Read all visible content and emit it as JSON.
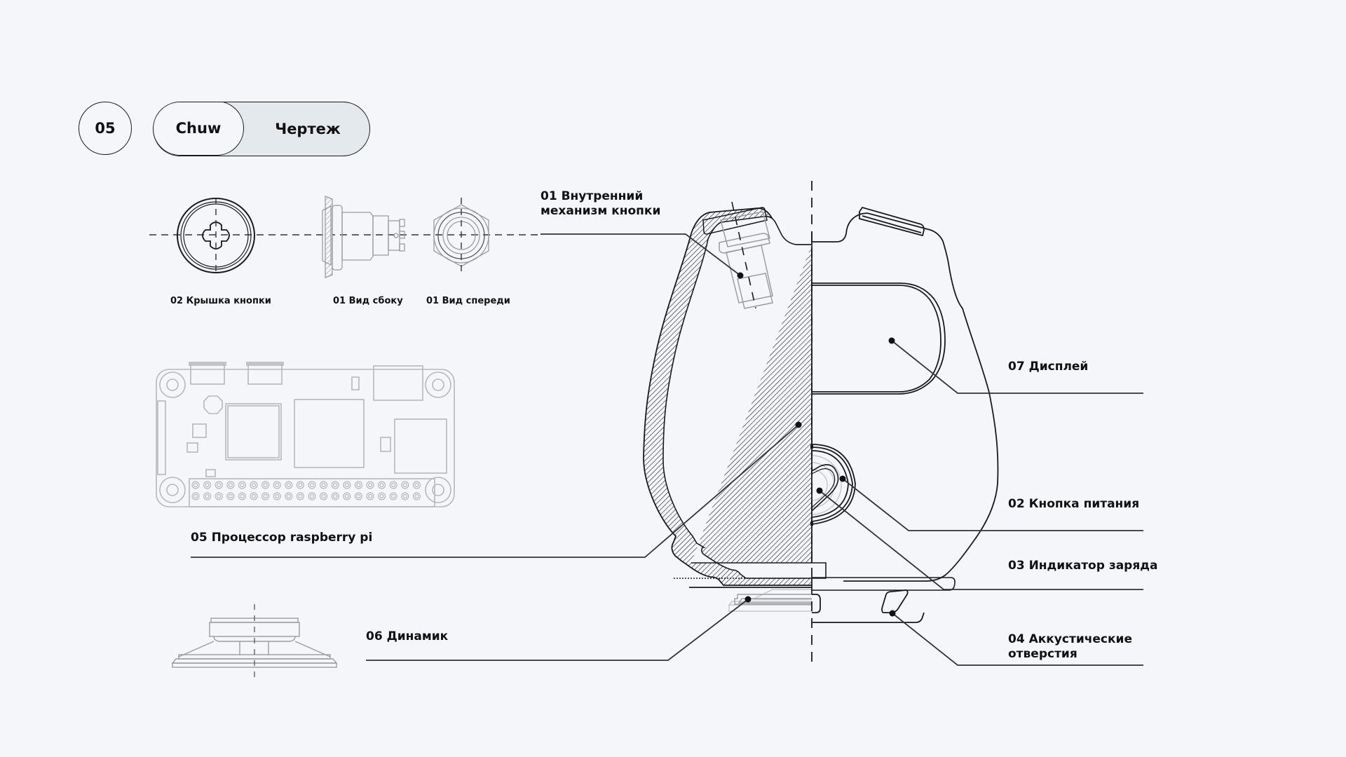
{
  "header": {
    "step_number": "05",
    "toggle": {
      "options": [
        "Chuw",
        "Чертеж"
      ],
      "selected": "Чертеж"
    }
  },
  "detail_views": {
    "button_cap": "02 Крышка кнопки",
    "side_view": "01 Вид сбоку",
    "front_view": "01 Вид спереди"
  },
  "callouts": {
    "button_mechanism": {
      "line1": "01 Внутренний",
      "line2": "механизм кнопки"
    },
    "processor": "05 Процессор raspberry pi",
    "speaker": "06 Динамик",
    "display": "07 Дисплей",
    "power_button": "02 Кнопка питания",
    "charge_indicator": "03 Индикатор заряда",
    "acoustic_holes": {
      "line1": "04 Аккустические",
      "line2": "отверстия"
    }
  },
  "colors": {
    "background": "#f4f6fa",
    "ink": "#1a1a1a",
    "component_gray": "#b5b8bc",
    "toggle_inactive": "#e4e9ee"
  }
}
